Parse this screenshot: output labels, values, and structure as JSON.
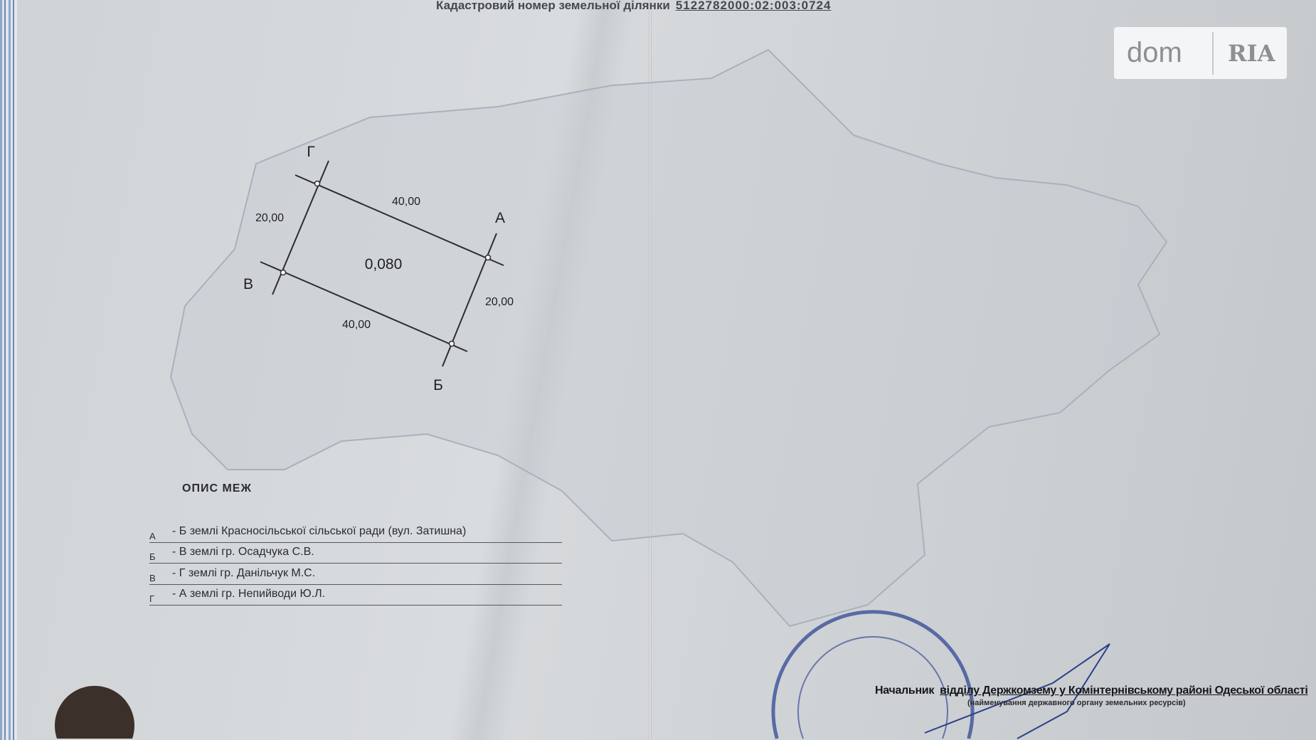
{
  "document": {
    "cadastral_label": "Кадастровий номер земельної ділянки",
    "cadastral_number": "5122782000:02:003:0724",
    "plot": {
      "points": [
        "А",
        "Б",
        "В",
        "Г"
      ],
      "area": "0,080",
      "sides": {
        "g_a": "40,00",
        "v_g": "20,00",
        "a_b": "20,00",
        "b_v": "40,00"
      }
    },
    "boundaries_title": "ОПИС МЕЖ",
    "boundaries": [
      {
        "from": "А",
        "text": "- Б  землі Красносільської сільської ради (вул. Затишна)"
      },
      {
        "from": "Б",
        "text": "- В  землі гр. Осадчука С.В."
      },
      {
        "from": "В",
        "text": "- Г  землі гр. Данільчук М.С."
      },
      {
        "from": "Г",
        "text": "- А  землі гр. Непийводи Ю.Л."
      }
    ],
    "official_prefix": "Начальник",
    "official_body": "відділу Держкомзему у Комінтернівському районі Одеської області",
    "official_caption": "(найменування державного органу земельних ресурсів)"
  },
  "watermark": {
    "dom": "dom",
    "ria": "RIA"
  },
  "colors": {
    "stamp": "#3c4f9a",
    "border": "#7a93bd"
  }
}
